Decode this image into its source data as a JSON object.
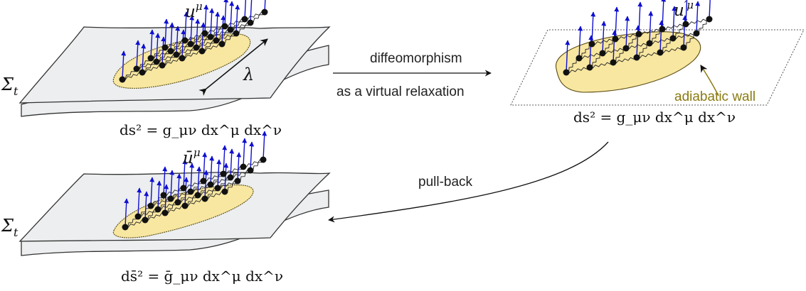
{
  "colors": {
    "sheet_fill": "#eceeef",
    "sheet_stroke": "#333333",
    "blob_fill": "#f8e7a0",
    "blob_stroke": "#5a4a10",
    "arrow_blue": "#1010d0",
    "node": "#111111",
    "wall_label": "#8a7a10"
  },
  "panels": {
    "top_left": {
      "surface_label": "Σ",
      "surface_sub": "t",
      "velocity_base": "u",
      "velocity_sup": "μ",
      "scale_label": "λ",
      "metric": "ds² = g_μν dx^μ dx^ν"
    },
    "top_right": {
      "velocity_base": "u",
      "velocity_sup": "′μ",
      "wall_label": "adiabatic wall",
      "metric": "ds² = g_μν dx^μ dx^ν"
    },
    "bottom_left": {
      "surface_label": "Σ",
      "surface_sub": "t",
      "velocity_base": "ū",
      "velocity_sup": "μ",
      "metric": "ds̄² = ḡ_μν dx^μ dx^ν"
    }
  },
  "arrows": {
    "diffeo_line1": "diffeomorphism",
    "diffeo_line2": "as a virtual relaxation",
    "pullback": "pull-back"
  }
}
